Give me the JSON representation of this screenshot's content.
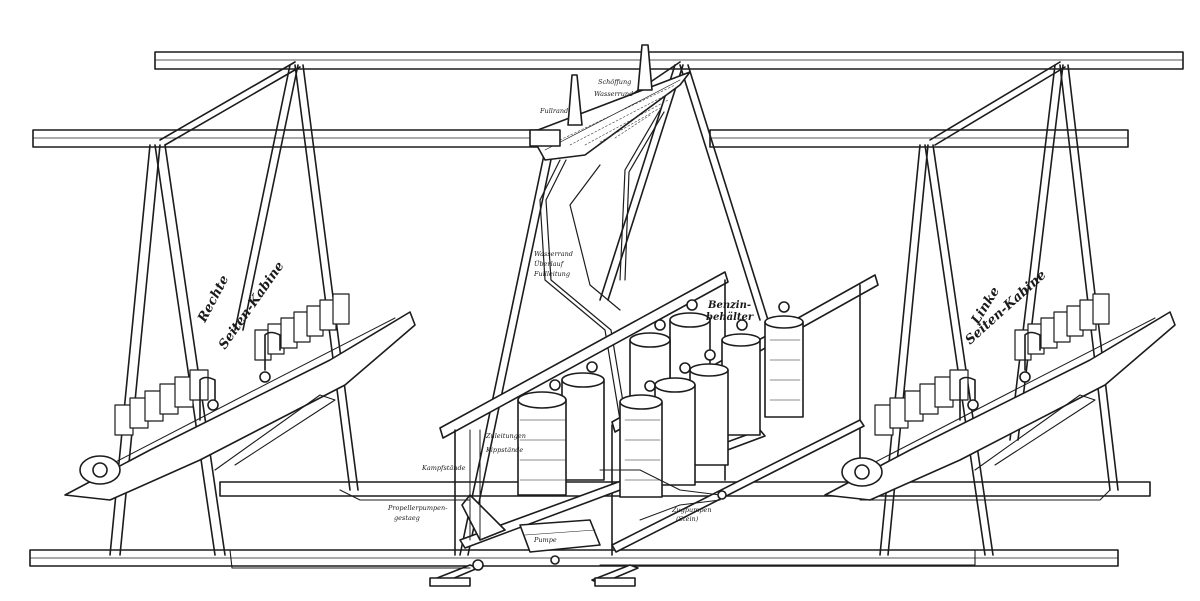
{
  "labels": {
    "right_cabin_1": "Rechte",
    "right_cabin_2": "Seiten-Kabine",
    "left_cabin_1": "Linke",
    "left_cabin_2": "Seiten-Kabine",
    "fuel_tank_1": "Benzin-",
    "fuel_tank_2": "behälter",
    "top_opening": "Schöffung",
    "top_watertank": "Wasserrund",
    "top_fill": "Fullrand",
    "mid_1": "Wasserrand",
    "mid_2": "Überlauf",
    "mid_3": "Fullleitung",
    "left_a": "Kampfstände",
    "left_b": "Propellerpumpen-",
    "left_c": "gestaeg",
    "pipe_a": "Kippstände",
    "pipe_b": "Zuleitungen",
    "pump": "Pumpe",
    "lower_right": "Zugpumpen",
    "lower_right_2": "(Stein)"
  },
  "colors": {
    "ink": "#1c1c1c",
    "paper": "#ffffff",
    "hatch": "#3a3a3a"
  }
}
